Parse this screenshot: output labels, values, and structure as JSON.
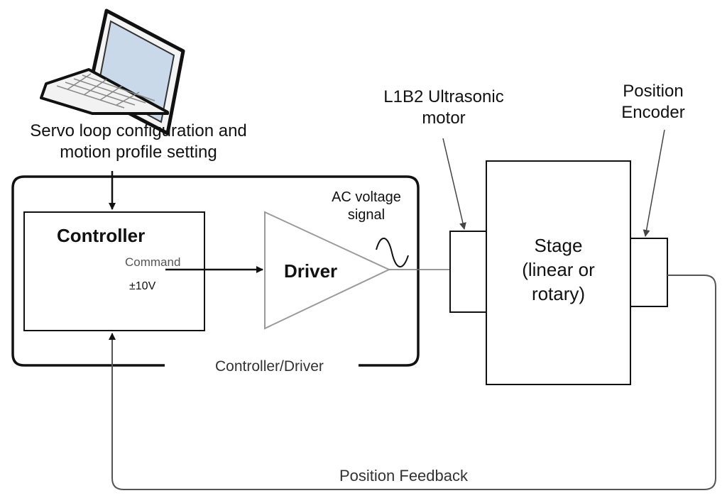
{
  "labels": {
    "config_line1": "Servo loop configuration and",
    "config_line2": "motion profile setting",
    "motor_line1": "L1B2 Ultrasonic",
    "motor_line2": "motor",
    "encoder_line1": "Position",
    "encoder_line2": "Encoder",
    "controller": "Controller",
    "command": "Command",
    "voltage": "±10V",
    "driver": "Driver",
    "ac_line1": "AC voltage",
    "ac_line2": "signal",
    "stage_line1": "Stage",
    "stage_line2": "(linear or",
    "stage_line3": "rotary)",
    "controller_driver": "Controller/Driver",
    "position_feedback": "Position Feedback"
  },
  "icons": {
    "laptop": "laptop-icon",
    "sine_wave": "sine-wave-icon"
  },
  "colors": {
    "line": "#111111",
    "driver_outline": "#9a9a9a",
    "feedback_line": "#555555",
    "laptop_screen": "#c9d9ea",
    "laptop_body": "#f2f2f2",
    "text": "#111111",
    "secondary_text": "#333333"
  }
}
